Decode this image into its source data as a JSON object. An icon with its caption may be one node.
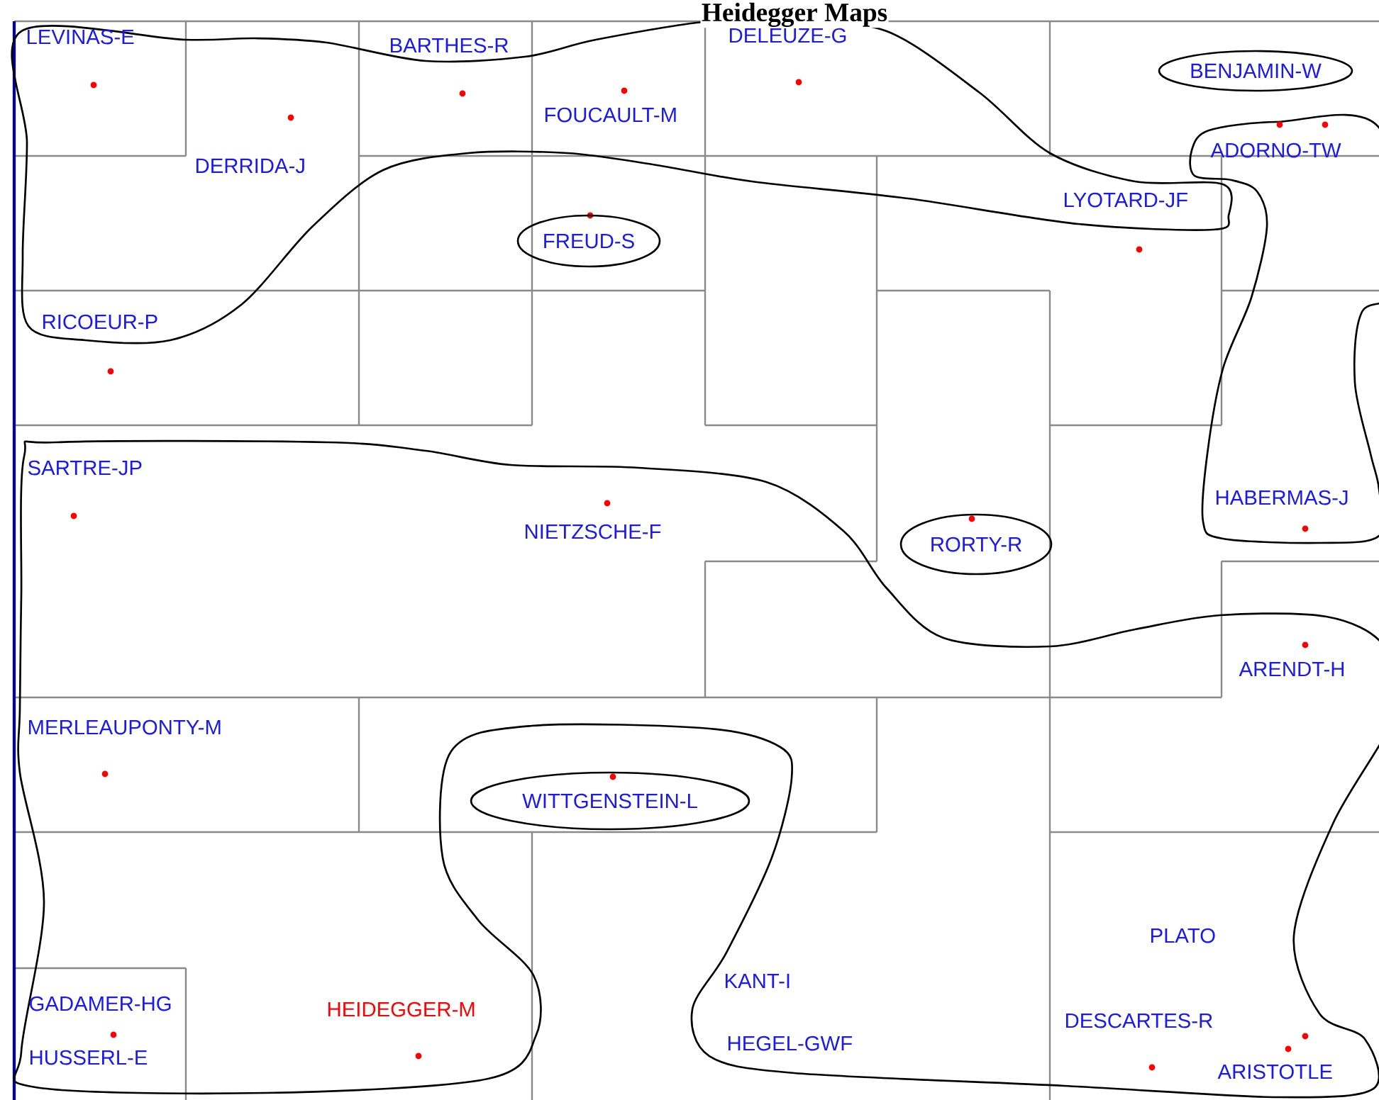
{
  "diagram": {
    "title": "Heidegger Maps",
    "nodes": [
      {
        "text": [
          "BENJAMIN-W"
        ]
      },
      {
        "text": [
          "FREUD-S"
        ]
      },
      {
        "text": [
          "RORTY-R"
        ]
      },
      {
        "text": [
          "WITTGENSTEIN-L"
        ]
      }
    ],
    "labels": [
      "LEVINAS-E",
      "BARTHES-R",
      "DELEUZE-G",
      "FOUCAULT-M",
      "DERRIDA-J",
      "LYOTARD-JF",
      "ADORNO-TW",
      "RICOEUR-P",
      "SARTRE-JP",
      "NIETZSCHE-F",
      "HABERMAS-J",
      "ARENDT-H",
      "MERLEAUPONTY-M",
      "PLATO",
      "KANT-I",
      "GADAMER-HG",
      "HEIDEGGER-M",
      "DESCARTES-R",
      "HUSSERL-E",
      "HEGEL-GWF",
      "ARISTOTLE"
    ]
  }
}
